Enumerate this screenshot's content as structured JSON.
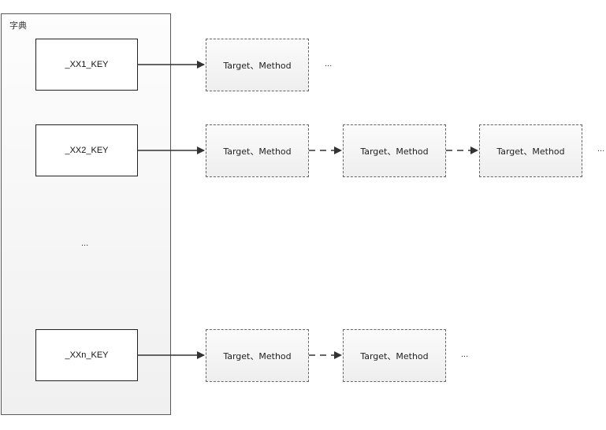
{
  "dictionary": {
    "title": "字典",
    "ellipsis": "..."
  },
  "keys": [
    "_XX1_KEY",
    "_XX2_KEY",
    "_XXn_KEY"
  ],
  "rows": [
    {
      "key": "_XX1_KEY",
      "entries": [
        "Target、Method"
      ],
      "trailing": "..."
    },
    {
      "key": "_XX2_KEY",
      "entries": [
        "Target、Method",
        "Target、Method",
        "Target、Method"
      ],
      "trailing": "..."
    },
    {
      "key": "_XXn_KEY",
      "entries": [
        "Target、Method",
        "Target、Method"
      ],
      "trailing": "..."
    }
  ]
}
